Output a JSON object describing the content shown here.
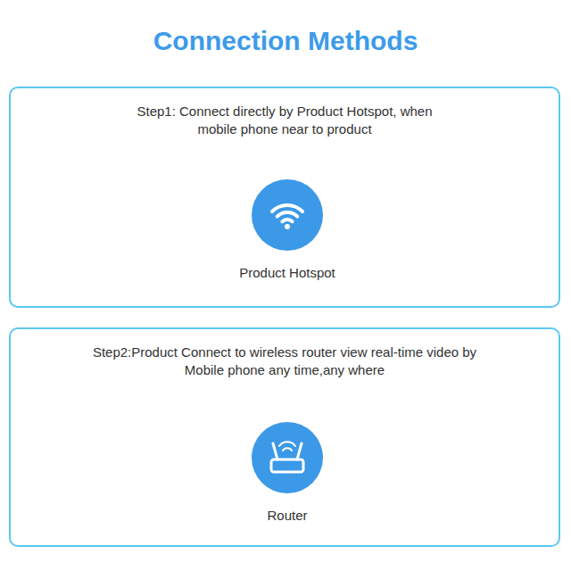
{
  "diagram": {
    "title": "Connection Methods",
    "nodes": [
      {
        "text": [
          "Step1: Connect directly by Product Hotspot, when mobile phone near to product"
        ]
      },
      {
        "text": [
          "Product Hotspot"
        ],
        "in": 0
      },
      {
        "text": [
          "Step2:Product Connect to wireless router view real-time video by Mobile phone any time,any where"
        ]
      },
      {
        "text": [
          "Router"
        ],
        "in": 2
      }
    ]
  }
}
